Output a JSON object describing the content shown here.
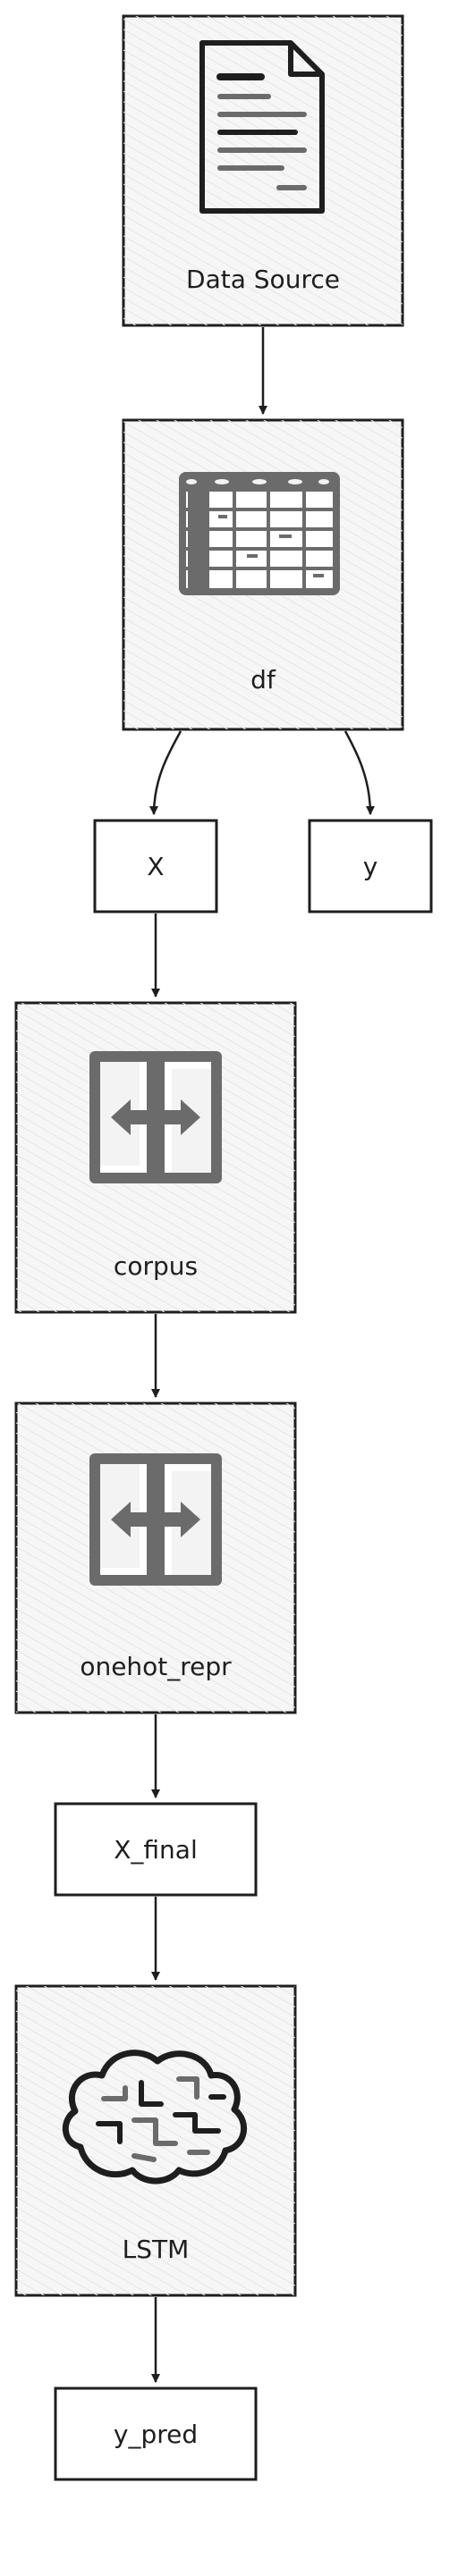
{
  "nodes": {
    "data_source": "Data Source",
    "df": "df",
    "x": "X",
    "y": "y",
    "corpus": "corpus",
    "onehot_repr": "onehot_repr",
    "x_final": "X_final",
    "lstm": "LSTM",
    "y_pred": "y_pred"
  },
  "icons": {
    "data_source": "document-icon",
    "df": "spreadsheet-icon",
    "corpus": "transform-icon",
    "onehot_repr": "transform-icon",
    "lstm": "brain-icon"
  },
  "colors": {
    "stroke": "#1e1e1e",
    "box_fill": "#f3f3f3",
    "icon_gray": "#6b6b6b"
  }
}
